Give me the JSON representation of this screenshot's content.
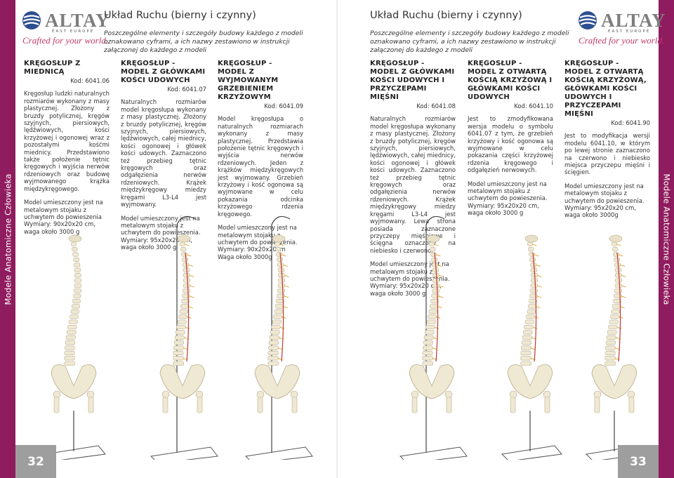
{
  "sidebar": {
    "left": "Modele Anatomiczne Człowieka",
    "right": "Modele Anatomiczne Człowieka"
  },
  "logo": {
    "brand": "ALTAY",
    "sub": "EAST EUROPE",
    "tagline": "Crafted for your world."
  },
  "header": {
    "title": "Układ Ruchu (bierny i czynny)",
    "subtitle": "Poszczególne elementy i szczegóły budowy każdego z modeli oznakowano cyframi, a ich nazwy zestawiono w instrukcji załączonej do każdego z modeli"
  },
  "products": [
    {
      "title": "KRĘGOSŁUP Z MIEDNICĄ",
      "code": "Kod: 6041.06",
      "description": "Kręgosłup ludzki naturalnych rozmiarów wykonany z masy plastycznej. Złożony z bruzdy potylicznej, kręgów szyjnych, piersiowych, lędźwiowych, kości krzyżowej i ogonowej wraz z pozostałymi kośćmi miednicy. Przedstawiono także położenie tętnic kręgowych i wyjścia nerwów rdzeniowych oraz budowę wyjmowanego krążka międzykręgowego.",
      "extra": "Model umieszczony jest na metalowym stojaku z uchwytem do powieszenia",
      "dims": "Wymiary: 90x20x20 cm, waga około 3000 g"
    },
    {
      "title": "KRĘGOSŁUP - MODEL Z GŁÓWKAMI KOŚCI UDOWYCH",
      "code": "Kod: 6041.07",
      "description": "Naturalnych rozmiarów model kręgosłupa wykonany z masy plastycznej. Złożony z bruzdy potylicznej, kręgów szyjnych, piersiowych, lędźwiowych, całej miednicy, kości ogonowej i główek kości udowych. Zaznaczono też przebieg tętnic kręgowych oraz odgałęzienia nerwów rdzeniowych. Krążek międzykręgowy miedzy kręgami L3-L4 jest wyjmowany.",
      "extra": "Model umieszczony jest na metalowym stojaku z uchwytem do powieszenia.",
      "dims": "Wymiary: 95x20x20 cm, waga około 3000 g"
    },
    {
      "title": "KRĘGOSŁUP - MODEL Z WYJMOWANYM GRZEBIENIEM KRZYŻOWYM",
      "code": "Kod: 6041.09",
      "description": "Model kręgosłupa o naturalnych rozmiarach wykonany z masy plastycznej. Przedstawia położenie tętnic kręgowych i wyjścia nerwów rdzeniowych. Jeden z krążków międzykręgowych jest wyjmowany. Grzebień krzyżowy i kość ogonowa są wyjmowane w celu pokazania odcinka krzyżowego rdzenia kręgowego.",
      "extra": "Model umieszczony jest na metalowym stojaku z uchwytem do powieszenia.",
      "dims": "Wymiary: 90x20x20cm Waga około 3000g"
    },
    {
      "title": "KRĘGOSŁUP - MODEL Z GŁÓWKAMI KOŚCI UDOWYCH I PRZYCZEPAMI MIĘŚNI",
      "code": "Kod: 6041.08",
      "description": "Naturalnych rozmiarów model kręgosłupa wykonany z masy plastycznej. Złożony z bruzdy potylicznej, kręgów szyjnych, piersiowych, lędźwiowych, całej miednicy, kości ogonowej i główek kości udowych. Zaznaczono też przebieg tętnic kręgowych oraz odgałęzienia nerwów rdzeniowych. Krążek międzykręgowy miedzy kręgami L3-L4 jest wyjmowany. Lewa strona posiada zaznaczone przyczepy mięśniowe i ścięgna oznaczone na niebiesko i czerwono.",
      "extra": "Model umieszczony jest na metalowym stojaku z uchwytem do powieszenia.",
      "dims": "Wymiary: 95x20x20 cm, waga około 3000 g"
    },
    {
      "title": "KRĘGOSŁUP - MODEL Z OTWARTĄ KOŚCIĄ KRZYŻOWĄ I GŁÓWKAMI KOŚCI UDOWYCH",
      "code": "Kod: 6041.10",
      "description": "Jest to zmodyfikowana wersja modelu o symbolu 6041.07 z tym, że grzebień krzyżowy i kość ogonowa są wyjmowane w celu pokazania części krzyżowej rdzenia kręgowego i odgałęzień nerwowych.",
      "extra": "Model umieszczony jest na metalowym stojaku z uchwytem do powieszenia.",
      "dims": "Wymiary: 95x20x20 cm, waga około 3000 g"
    },
    {
      "title": "KRĘGOSŁUP - MODEL Z OTWARTĄ KOŚCIĄ KRZYŻOWĄ, GŁÓWKAMI KOŚCI UDOWYCH I PRZYCZEPAMI MIĘŚNI",
      "code": "Kod: 6041.90",
      "description": "Jest to modyfikacja wersji modelu 6041.10, w którym po lewej stronie zaznaczono na czerwono i niebiesko miejsca przyczepu mięśni i ścięgien.",
      "extra": "Model umieszczony jest na metalowym stojaku z uchwytem do powieszenia.",
      "dims": "Wymiary: 95x20x20 cm, waga około 3000g"
    }
  ],
  "pages": {
    "left": "32",
    "right": "33"
  },
  "colors": {
    "accent": "#8f1c5e",
    "tagline": "#c33a6b",
    "page_box": "#9e9e9e"
  }
}
